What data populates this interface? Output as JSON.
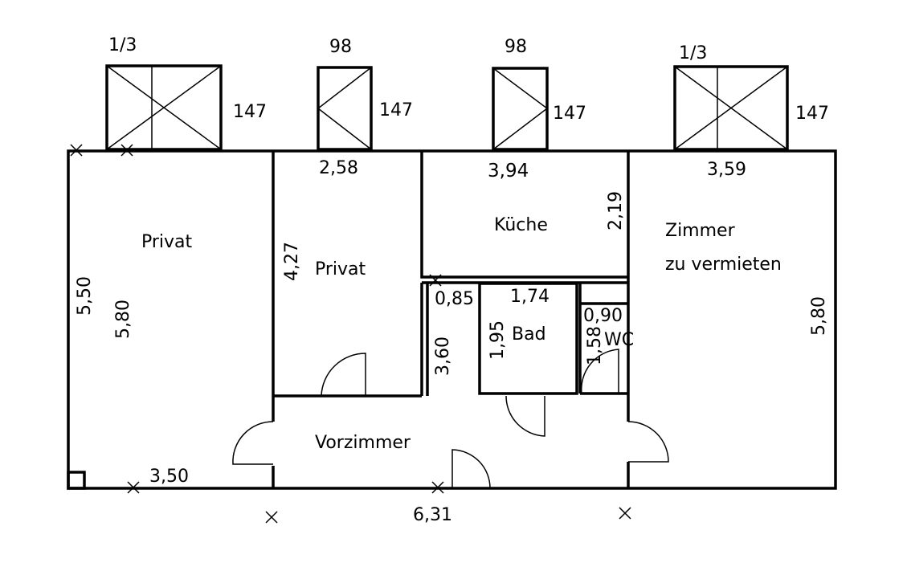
{
  "windows": [
    {
      "top": "1/3",
      "side": "147"
    },
    {
      "top": "98",
      "side": "147"
    },
    {
      "top": "98",
      "side": "147"
    },
    {
      "top": "1/3",
      "side": "147"
    }
  ],
  "rooms": {
    "privat1": "Privat",
    "privat2": "Privat",
    "kueche": "Küche",
    "zimmer1": "Zimmer",
    "zimmer2": "zu vermieten",
    "bad": "Bad",
    "wc": "WC",
    "vorzimmer": "Vorzimmer"
  },
  "dims": {
    "d258": "2,58",
    "d394": "3,94",
    "d359": "3,59",
    "d219": "2,19",
    "d427": "4,27",
    "d550": "5,50",
    "d580a": "5,80",
    "d580b": "5,80",
    "d085": "0,85",
    "d174": "1,74",
    "d090": "0,90",
    "d195": "1,95",
    "d158": "1,58",
    "d360": "3,60",
    "d350": "3,50",
    "d631": "6,31"
  }
}
